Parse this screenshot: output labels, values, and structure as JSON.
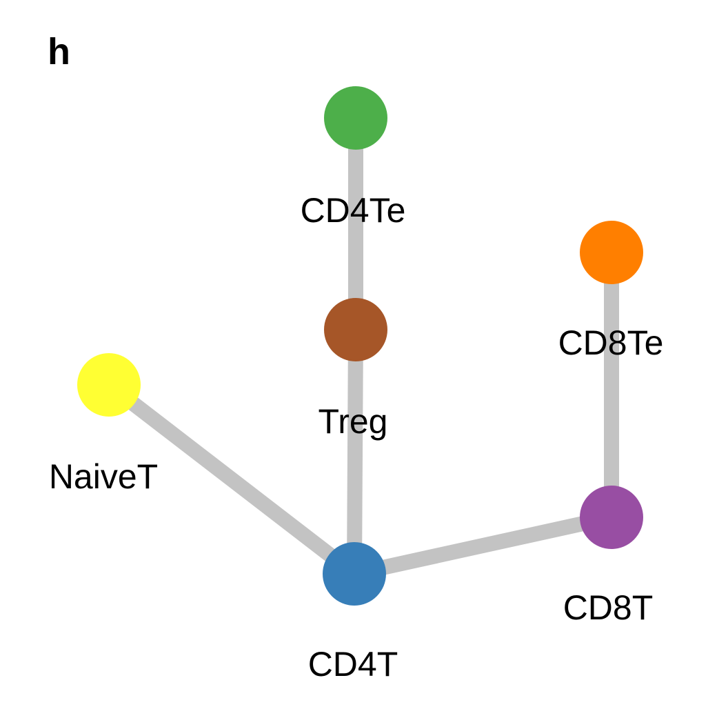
{
  "panel_letter": "h",
  "colors": {
    "edge": "#c3c3c3",
    "NaiveT": "#ffff33",
    "CD4T": "#377eb8",
    "Treg": "#a65628",
    "CD4Te": "#4daf4a",
    "CD8T": "#984ea3",
    "CD8Te": "#ff7f00"
  },
  "nodes": [
    {
      "id": "CD4Te",
      "label": "CD4Te",
      "color": "#4daf4a"
    },
    {
      "id": "Treg",
      "label": "Treg",
      "color": "#a65628"
    },
    {
      "id": "CD8Te",
      "label": "CD8Te",
      "color": "#ff7f00"
    },
    {
      "id": "NaiveT",
      "label": "NaiveT",
      "color": "#ffff33"
    },
    {
      "id": "CD8T",
      "label": "CD8T",
      "color": "#984ea3"
    },
    {
      "id": "CD4T",
      "label": "CD4T",
      "color": "#377eb8"
    }
  ],
  "edges": [
    {
      "source": "CD4Te",
      "target": "Treg"
    },
    {
      "source": "Treg",
      "target": "CD4T"
    },
    {
      "source": "NaiveT",
      "target": "CD4T"
    },
    {
      "source": "CD4T",
      "target": "CD8T"
    },
    {
      "source": "CD8T",
      "target": "CD8Te"
    }
  ]
}
